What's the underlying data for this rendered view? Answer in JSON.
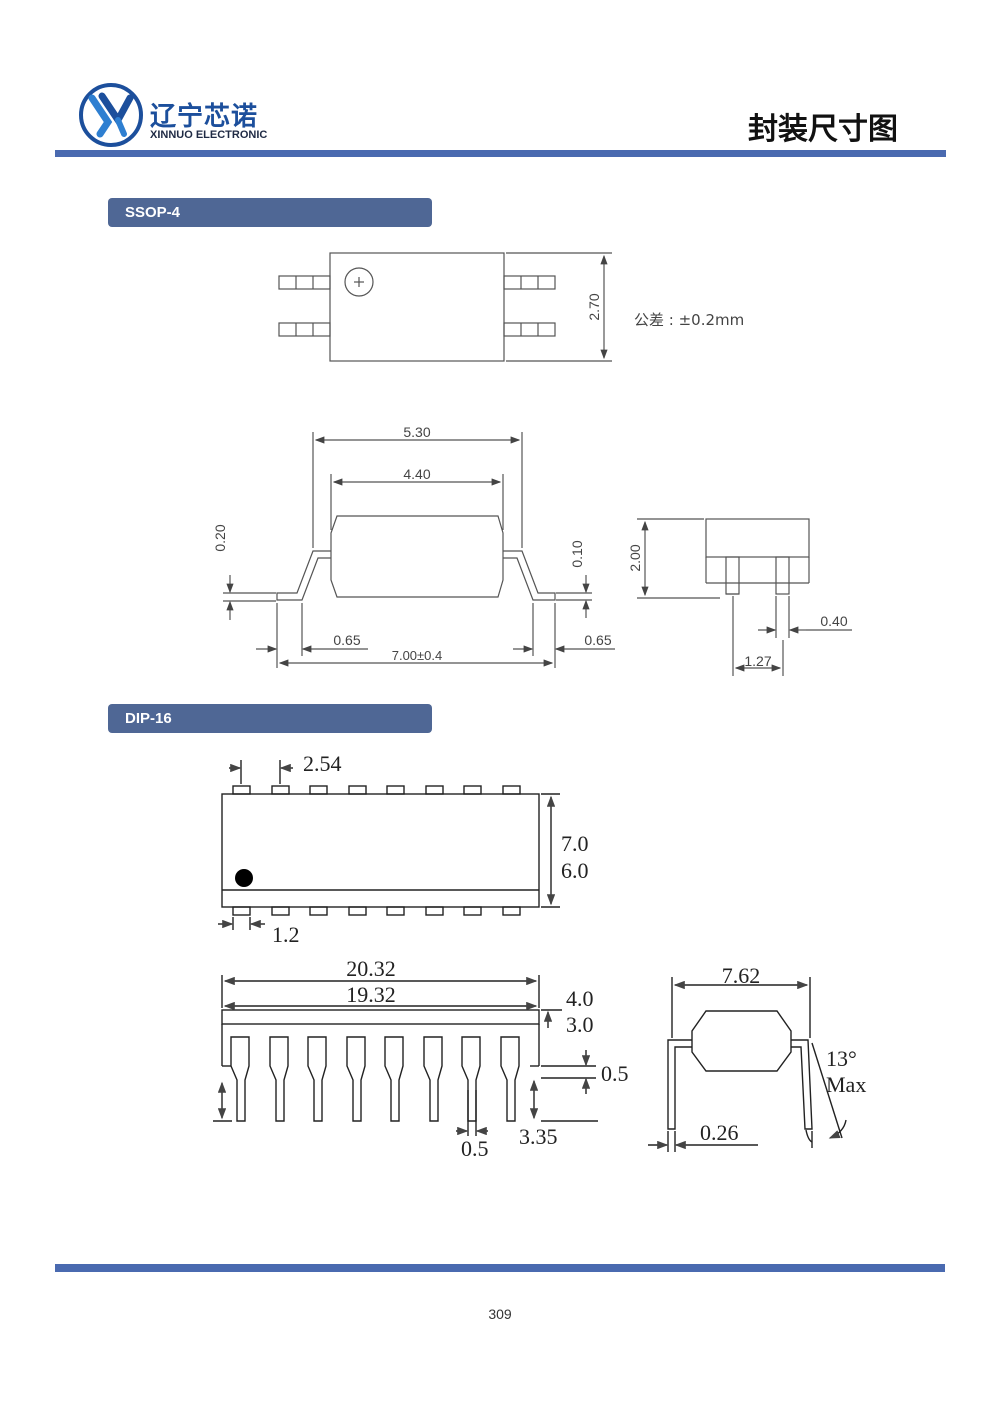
{
  "header": {
    "logo_cn": "辽宁芯诺",
    "logo_en": "XINNUO ELECTRONIC",
    "page_title": "封装尺寸图",
    "logo_icon": "xn-logo-icon",
    "accent_color": "#4a6ab0",
    "logo_color": "#1c4f9c"
  },
  "sections": [
    {
      "label": "SSOP-4",
      "bar_color": "#4f6795"
    },
    {
      "label": "DIP-16",
      "bar_color": "#4f6795"
    }
  ],
  "ssop4": {
    "top_view": {
      "height_dim": "2.70",
      "tolerance": "公差 : ±0.2mm"
    },
    "side_view": {
      "overall_width": "5.30",
      "body_width": "4.40",
      "lead_offset": "0.20",
      "lead_thickness": "0.10",
      "lead_left": "0.65",
      "lead_right": "0.65",
      "lead_span": "7.00±0.4"
    },
    "end_view": {
      "height": "2.00",
      "lead_width": "0.40",
      "pitch": "1.27"
    }
  },
  "dip16": {
    "top_view": {
      "pitch": "2.54",
      "width_max": "7.0",
      "width_min": "6.0",
      "pad": "1.2"
    },
    "side_view": {
      "length_max": "20.32",
      "length_min": "19.32",
      "height_max": "4.0",
      "height_min": "3.0",
      "standoff": "0.5",
      "lead_width": "0.5",
      "lead_length": "3.35"
    },
    "end_view": {
      "row_spacing": "7.62",
      "angle": "13°",
      "angle_label": "Max",
      "lead_thickness": "0.26"
    }
  },
  "footer": {
    "page_number": "309"
  }
}
